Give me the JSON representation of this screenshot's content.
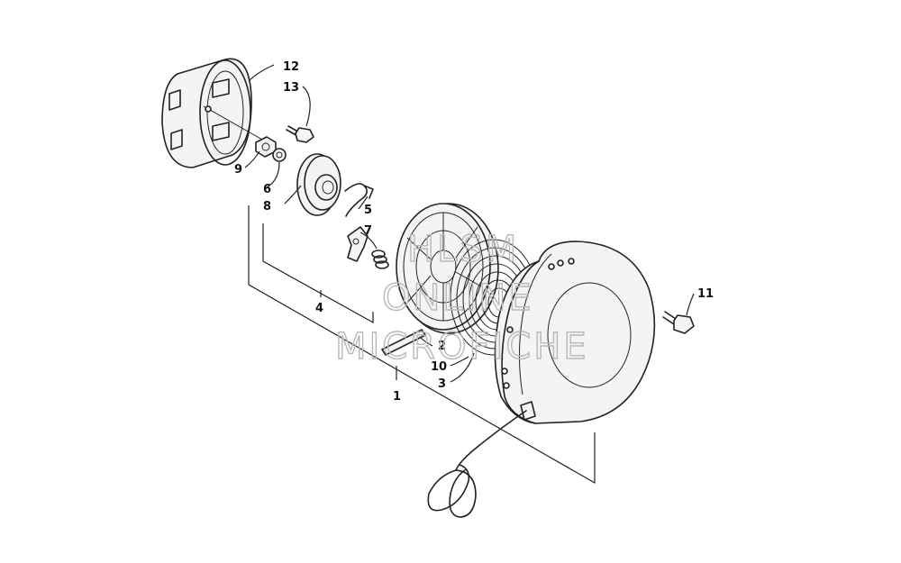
{
  "callouts": {
    "c1": "1",
    "c2": "2",
    "c3": "3",
    "c4": "4",
    "c5": "5",
    "c6": "6",
    "c7": "7",
    "c8": "8",
    "c9": "9",
    "c10": "10",
    "c11": "11",
    "c12": "12",
    "c13": "13"
  },
  "watermark": {
    "line1": "HLSM",
    "line2": "ONLINE",
    "line3": "MICROFICHE"
  }
}
